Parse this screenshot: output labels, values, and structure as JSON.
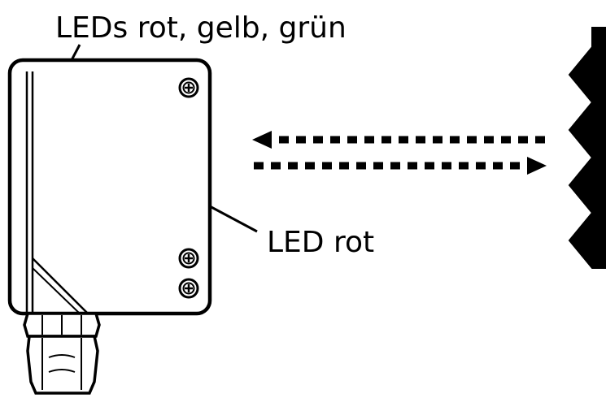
{
  "labels": {
    "top": "LEDs rot, gelb, grün",
    "side": "LED rot"
  },
  "colors": {
    "stroke": "#000000",
    "background": "#ffffff"
  },
  "icons": {
    "screw": "phillips-screw-icon",
    "arrow_left": "dashed-arrow-left",
    "arrow_right": "dashed-arrow-right"
  }
}
